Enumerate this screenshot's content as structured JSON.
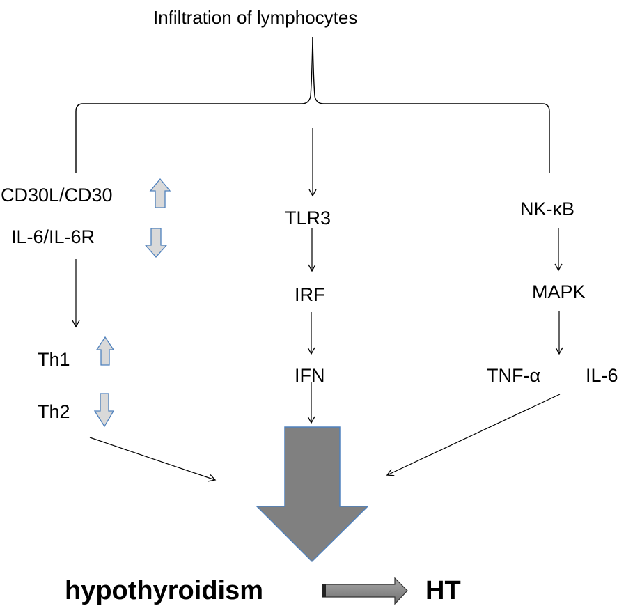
{
  "title": "Infiltration of lymphocytes",
  "left_branch": {
    "items": [
      {
        "label": "CD30L/CD30",
        "trend": "up"
      },
      {
        "label": "IL-6/IL-6R",
        "trend": "down"
      }
    ],
    "outcomes": [
      {
        "label": "Th1",
        "trend": "up"
      },
      {
        "label": "Th2",
        "trend": "down"
      }
    ]
  },
  "middle_branch": {
    "steps": [
      "TLR3",
      "IRF",
      "IFN"
    ]
  },
  "right_branch": {
    "steps": [
      "NK-κB",
      "MAPK"
    ],
    "outputs": [
      "TNF-α",
      "IL-6"
    ]
  },
  "result": {
    "left_label": "hypothyroidism",
    "right_label": "HT"
  },
  "icons": {
    "trend_up": "up-arrow-icon",
    "trend_down": "down-arrow-icon"
  },
  "colors": {
    "trend_arrow_fill": "#d9d9d9",
    "trend_arrow_stroke": "#4f81bd",
    "big_arrow_fill": "#808080",
    "big_arrow_stroke": "#4f81bd",
    "line": "#000000"
  }
}
